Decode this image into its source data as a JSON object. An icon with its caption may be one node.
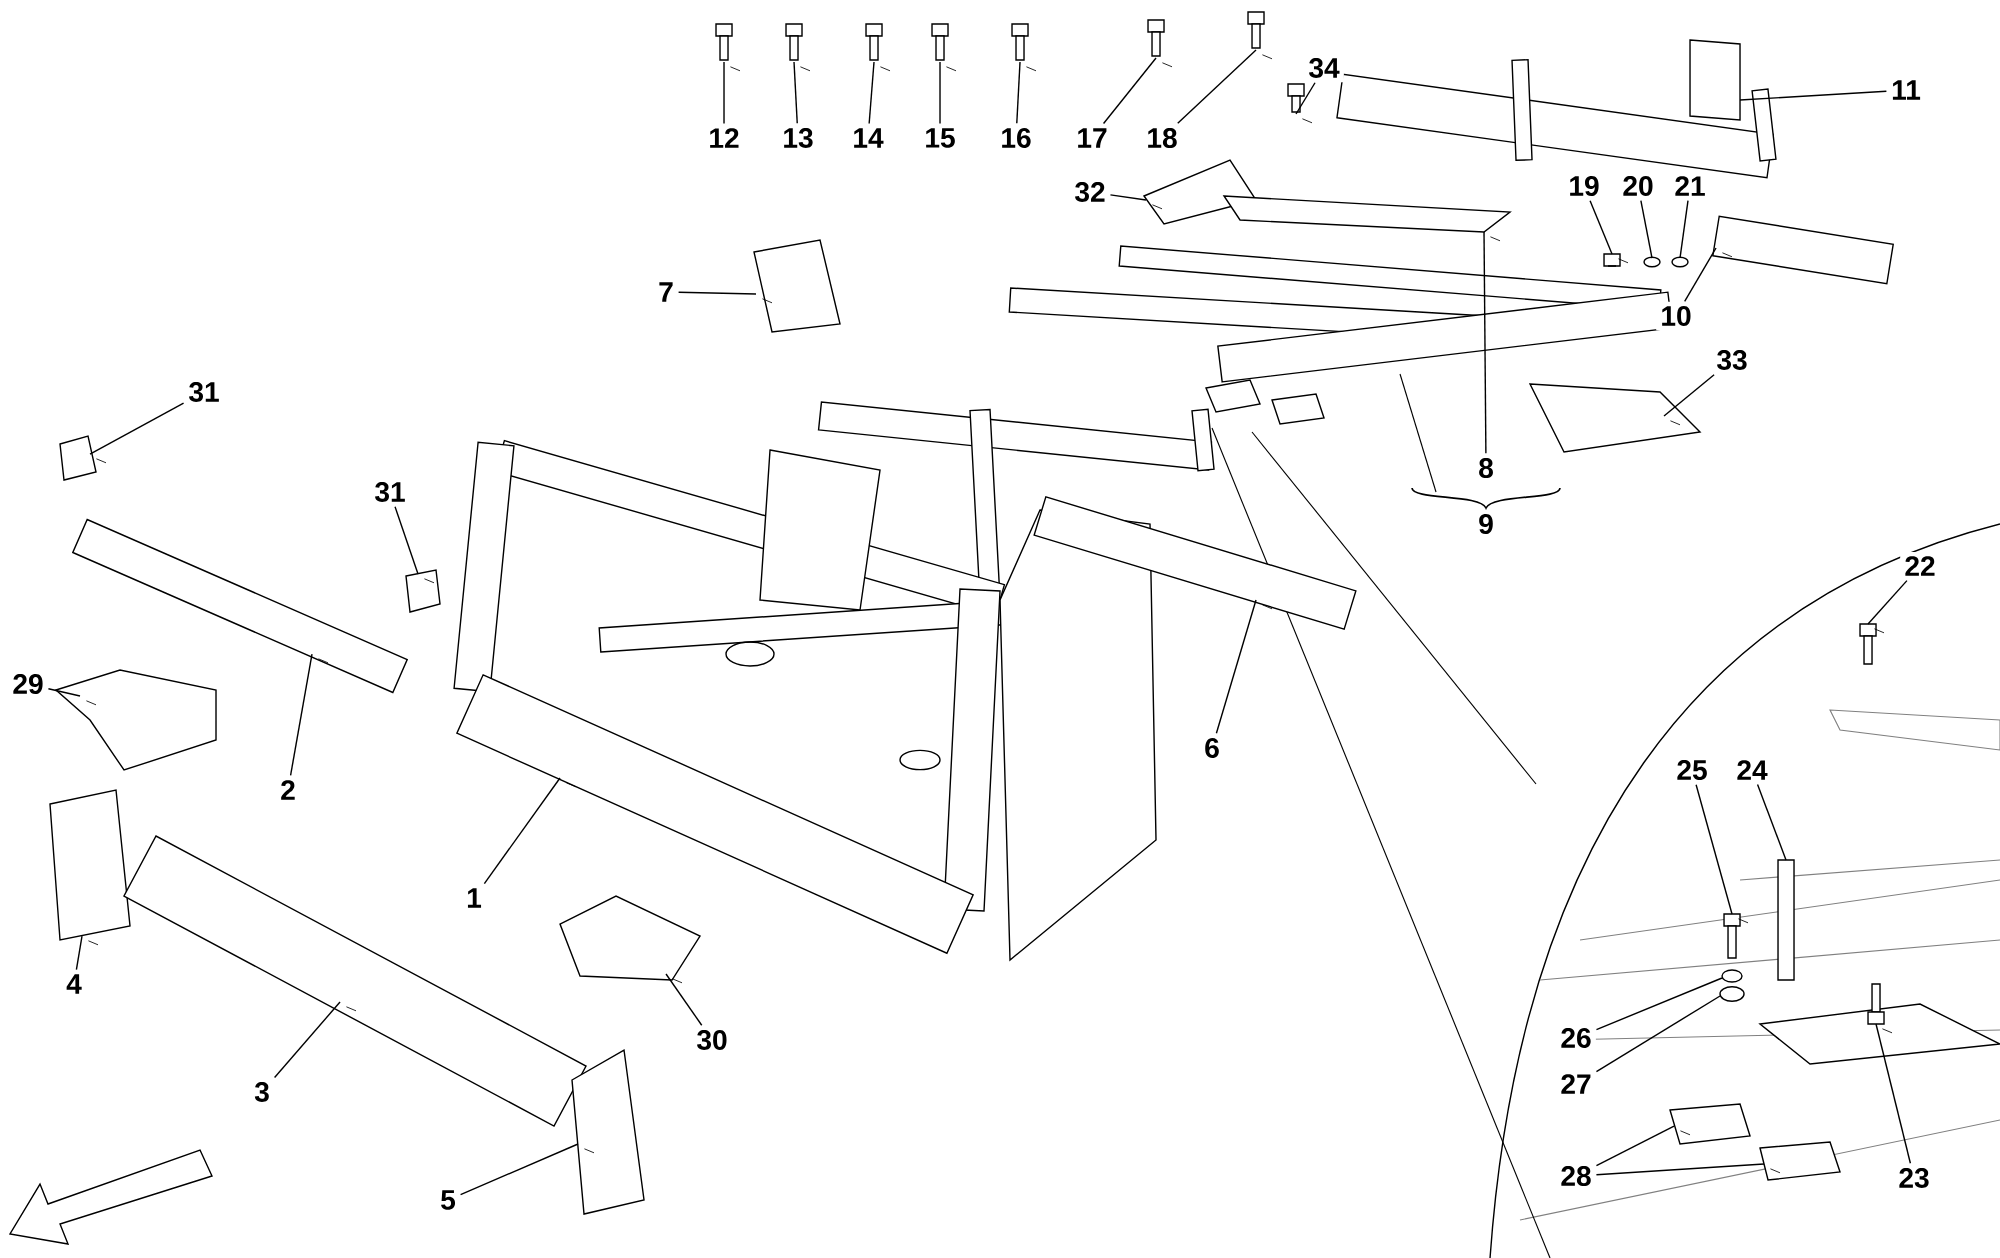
{
  "diagram": {
    "nodes": [
      {
        "text": [
          "12"
        ]
      },
      {
        "text": [
          "13"
        ]
      },
      {
        "text": [
          "14"
        ]
      },
      {
        "text": [
          "15"
        ]
      },
      {
        "text": [
          "16"
        ]
      },
      {
        "text": [
          "17"
        ]
      },
      {
        "text": [
          "18"
        ]
      },
      {
        "text": [
          "34"
        ]
      },
      {
        "text": [
          "11"
        ]
      },
      {
        "text": [
          "32"
        ]
      },
      {
        "text": [
          "19"
        ]
      },
      {
        "text": [
          "20"
        ]
      },
      {
        "text": [
          "21"
        ]
      },
      {
        "text": [
          "7"
        ]
      },
      {
        "text": [
          "10"
        ]
      },
      {
        "text": [
          "33"
        ]
      },
      {
        "text": [
          "31"
        ]
      },
      {
        "text": [
          "8"
        ]
      },
      {
        "text": [
          "31"
        ]
      },
      {
        "text": [
          "9"
        ]
      },
      {
        "text": [
          "22"
        ]
      },
      {
        "text": [
          "29"
        ]
      },
      {
        "text": [
          "6"
        ]
      },
      {
        "text": [
          "2"
        ]
      },
      {
        "text": [
          "25"
        ]
      },
      {
        "text": [
          "24"
        ]
      },
      {
        "text": [
          "1"
        ]
      },
      {
        "text": [
          "4"
        ]
      },
      {
        "text": [
          "30"
        ]
      },
      {
        "text": [
          "26"
        ]
      },
      {
        "text": [
          "27"
        ]
      },
      {
        "text": [
          "3"
        ]
      },
      {
        "text": [
          "28"
        ]
      },
      {
        "text": [
          "23"
        ]
      },
      {
        "text": [
          "5"
        ]
      },
      {
        "text": [],
        "shape": "picture"
      },
      {
        "text": [],
        "shape": "picture"
      },
      {
        "text": [],
        "shape": "picture"
      },
      {
        "text": [],
        "shape": "picture"
      },
      {
        "text": [],
        "shape": "picture"
      },
      {
        "text": [],
        "shape": "picture"
      },
      {
        "text": [],
        "shape": "picture"
      },
      {
        "text": [],
        "shape": "picture"
      },
      {
        "text": [],
        "shape": "box"
      },
      {
        "text": [],
        "shape": "picture"
      },
      {
        "text": [],
        "shape": "picture"
      },
      {
        "text": [],
        "shape": "circle"
      },
      {
        "text": [],
        "shape": "circle"
      },
      {
        "text": [],
        "shape": "picture"
      },
      {
        "text": [],
        "shape": "picture"
      },
      {
        "text": [],
        "shape": "picture"
      },
      {
        "text": [],
        "shape": "picture"
      },
      {
        "text": [],
        "shape": "picture"
      },
      {
        "text": [],
        "shape": "picture"
      },
      {
        "text": [],
        "shape": "picture"
      },
      {
        "text": [],
        "shape": "picture"
      },
      {
        "text": [],
        "shape": "picture"
      },
      {
        "text": [],
        "shape": "picture"
      },
      {
        "text": [],
        "shape": "picture"
      },
      {
        "text": [],
        "shape": "bar"
      },
      {
        "text": [],
        "shape": "picture"
      },
      {
        "text": [],
        "shape": "picture"
      },
      {
        "text": [],
        "shape": "picture"
      },
      {
        "text": [],
        "shape": "circle"
      },
      {
        "text": [],
        "shape": "circle"
      },
      {
        "text": [],
        "shape": "picture"
      },
      {
        "text": [],
        "shape": "picture"
      },
      {
        "text": [],
        "shape": "picture"
      },
      {
        "text": [],
        "shape": "picture"
      },
      {
        "text": [],
        "shape": "picture"
      }
    ],
    "edges": [
      {
        "from": 0,
        "to": 35,
        "arrow": "none"
      },
      {
        "from": 1,
        "to": 36,
        "arrow": "none"
      },
      {
        "from": 2,
        "to": 37,
        "arrow": "none"
      },
      {
        "from": 3,
        "to": 38,
        "arrow": "none"
      },
      {
        "from": 4,
        "to": 39,
        "arrow": "none"
      },
      {
        "from": 5,
        "to": 40,
        "arrow": "none"
      },
      {
        "from": 6,
        "to": 41,
        "arrow": "none"
      },
      {
        "from": 7,
        "to": 42,
        "arrow": "none"
      },
      {
        "from": 8,
        "to": 43,
        "arrow": "none"
      },
      {
        "from": 9,
        "to": 44,
        "arrow": "none"
      },
      {
        "from": 10,
        "to": 45,
        "arrow": "none"
      },
      {
        "from": 11,
        "to": 46,
        "arrow": "none"
      },
      {
        "from": 12,
        "to": 47,
        "arrow": "none"
      },
      {
        "from": 13,
        "to": 48,
        "arrow": "none"
      },
      {
        "from": 14,
        "to": 49,
        "arrow": "none"
      },
      {
        "from": 15,
        "to": 50,
        "arrow": "none"
      },
      {
        "from": 16,
        "to": 51,
        "arrow": "none"
      },
      {
        "from": 17,
        "to": 52,
        "arrow": "none"
      },
      {
        "from": 18,
        "to": 53,
        "arrow": "none"
      },
      {
        "from": 20,
        "to": 54,
        "arrow": "none"
      },
      {
        "from": 21,
        "to": 55,
        "arrow": "none"
      },
      {
        "from": 22,
        "to": 56,
        "arrow": "none"
      },
      {
        "from": 23,
        "to": 57,
        "arrow": "none"
      },
      {
        "from": 24,
        "to": 58,
        "arrow": "none"
      },
      {
        "from": 25,
        "to": 59,
        "arrow": "none"
      },
      {
        "from": 26,
        "to": 60,
        "arrow": "none"
      },
      {
        "from": 27,
        "to": 61,
        "arrow": "none"
      },
      {
        "from": 28,
        "to": 62,
        "arrow": "none"
      },
      {
        "from": 29,
        "to": 63,
        "arrow": "none"
      },
      {
        "from": 30,
        "to": 64,
        "arrow": "none"
      },
      {
        "from": 31,
        "to": 65,
        "arrow": "none"
      },
      {
        "from": 32,
        "to": 66,
        "arrow": "none"
      },
      {
        "from": 32,
        "to": 67,
        "arrow": "none"
      },
      {
        "from": 33,
        "to": 68,
        "arrow": "none"
      },
      {
        "from": 34,
        "to": 69,
        "arrow": "none"
      }
    ]
  }
}
